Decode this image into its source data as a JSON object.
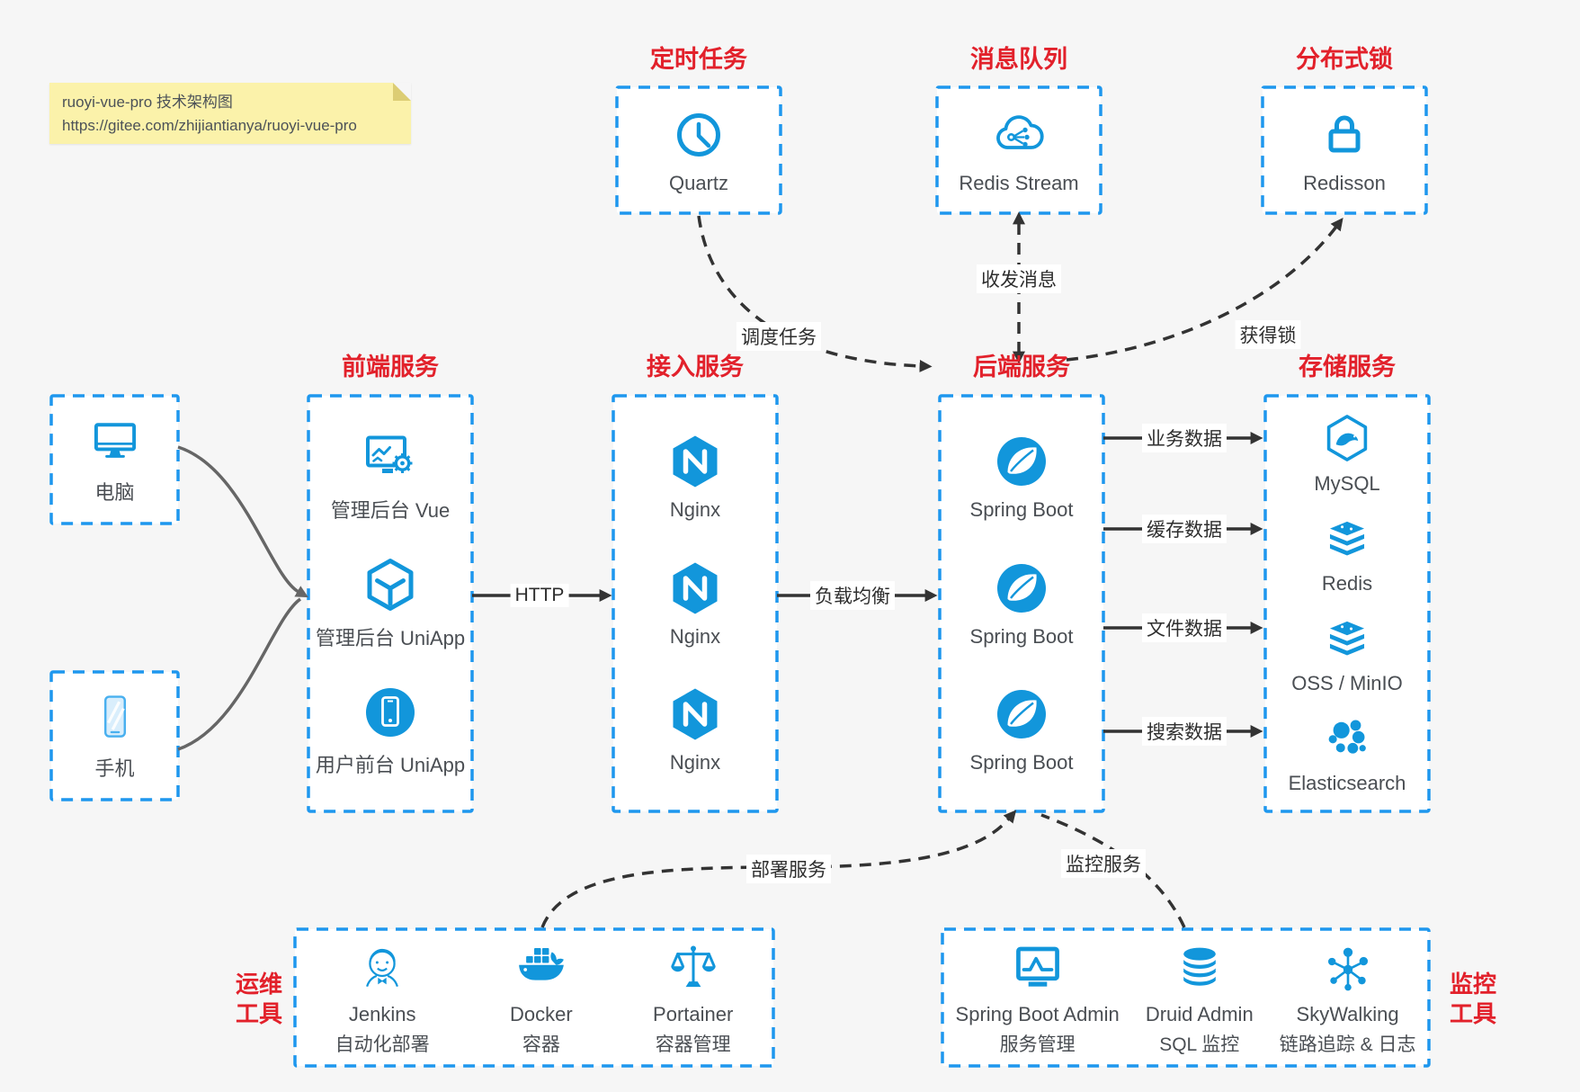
{
  "note": {
    "line1": "ruoyi-vue-pro 技术架构图",
    "line2": "https://gitee.com/zhijiantianya/ruoyi-vue-pro"
  },
  "top_groups": [
    {
      "title": "定时任务",
      "item": {
        "label": "Quartz",
        "icon": "clock-icon"
      }
    },
    {
      "title": "消息队列",
      "item": {
        "label": "Redis Stream",
        "icon": "cloud-share-icon"
      }
    },
    {
      "title": "分布式锁",
      "item": {
        "label": "Redisson",
        "icon": "lock-icon"
      }
    }
  ],
  "devices": [
    {
      "label": "电脑",
      "icon": "desktop-icon"
    },
    {
      "label": "手机",
      "icon": "smartphone-icon"
    }
  ],
  "columns": [
    {
      "title": "前端服务",
      "items": [
        {
          "label": "管理后台 Vue",
          "icon": "admin-vue-icon"
        },
        {
          "label": "管理后台 UniApp",
          "icon": "cube-icon"
        },
        {
          "label": "用户前台 UniApp",
          "icon": "user-app-icon"
        }
      ]
    },
    {
      "title": "接入服务",
      "items": [
        {
          "label": "Nginx",
          "icon": "nginx-icon"
        },
        {
          "label": "Nginx",
          "icon": "nginx-icon"
        },
        {
          "label": "Nginx",
          "icon": "nginx-icon"
        }
      ]
    },
    {
      "title": "后端服务",
      "items": [
        {
          "label": "Spring Boot",
          "icon": "spring-icon"
        },
        {
          "label": "Spring Boot",
          "icon": "spring-icon"
        },
        {
          "label": "Spring Boot",
          "icon": "spring-icon"
        }
      ]
    },
    {
      "title": "存储服务",
      "items": [
        {
          "label": "MySQL",
          "icon": "mysql-icon"
        },
        {
          "label": "Redis",
          "icon": "redis-stack-icon"
        },
        {
          "label": "OSS / MinIO",
          "icon": "oss-stack-icon"
        },
        {
          "label": "Elasticsearch",
          "icon": "elasticsearch-icon"
        }
      ]
    }
  ],
  "bottom_groups": [
    {
      "side_label_line1": "运维",
      "side_label_line2": "工具",
      "items": [
        {
          "label": "Jenkins",
          "sublabel": "自动化部署",
          "icon": "jenkins-icon"
        },
        {
          "label": "Docker",
          "sublabel": "容器",
          "icon": "docker-icon"
        },
        {
          "label": "Portainer",
          "sublabel": "容器管理",
          "icon": "portainer-icon"
        }
      ]
    },
    {
      "side_label_line1": "监控",
      "side_label_line2": "工具",
      "items": [
        {
          "label": "Spring Boot Admin",
          "sublabel": "服务管理",
          "icon": "spring-boot-admin-icon"
        },
        {
          "label": "Druid Admin",
          "sublabel": "SQL 监控",
          "icon": "druid-icon"
        },
        {
          "label": "SkyWalking",
          "sublabel": "链路追踪 & 日志",
          "icon": "skywalking-icon"
        }
      ]
    }
  ],
  "edge_labels": {
    "http": "HTTP",
    "load_balance": "负载均衡",
    "business_data": "业务数据",
    "cache_data": "缓存数据",
    "file_data": "文件数据",
    "search_data": "搜索数据",
    "schedule_task": "调度任务",
    "send_receive_message": "收发消息",
    "acquire_lock": "获得锁",
    "deploy_service": "部署服务",
    "monitor_service": "监控服务"
  },
  "colors": {
    "accent_blue": "#1296db",
    "border_blue": "#1e97ee",
    "title_red": "#e2212b",
    "arrow_dark": "#333333",
    "arrow_gray": "#666666",
    "note_yellow": "#fbf2aa",
    "background": "#f6f6f6"
  }
}
